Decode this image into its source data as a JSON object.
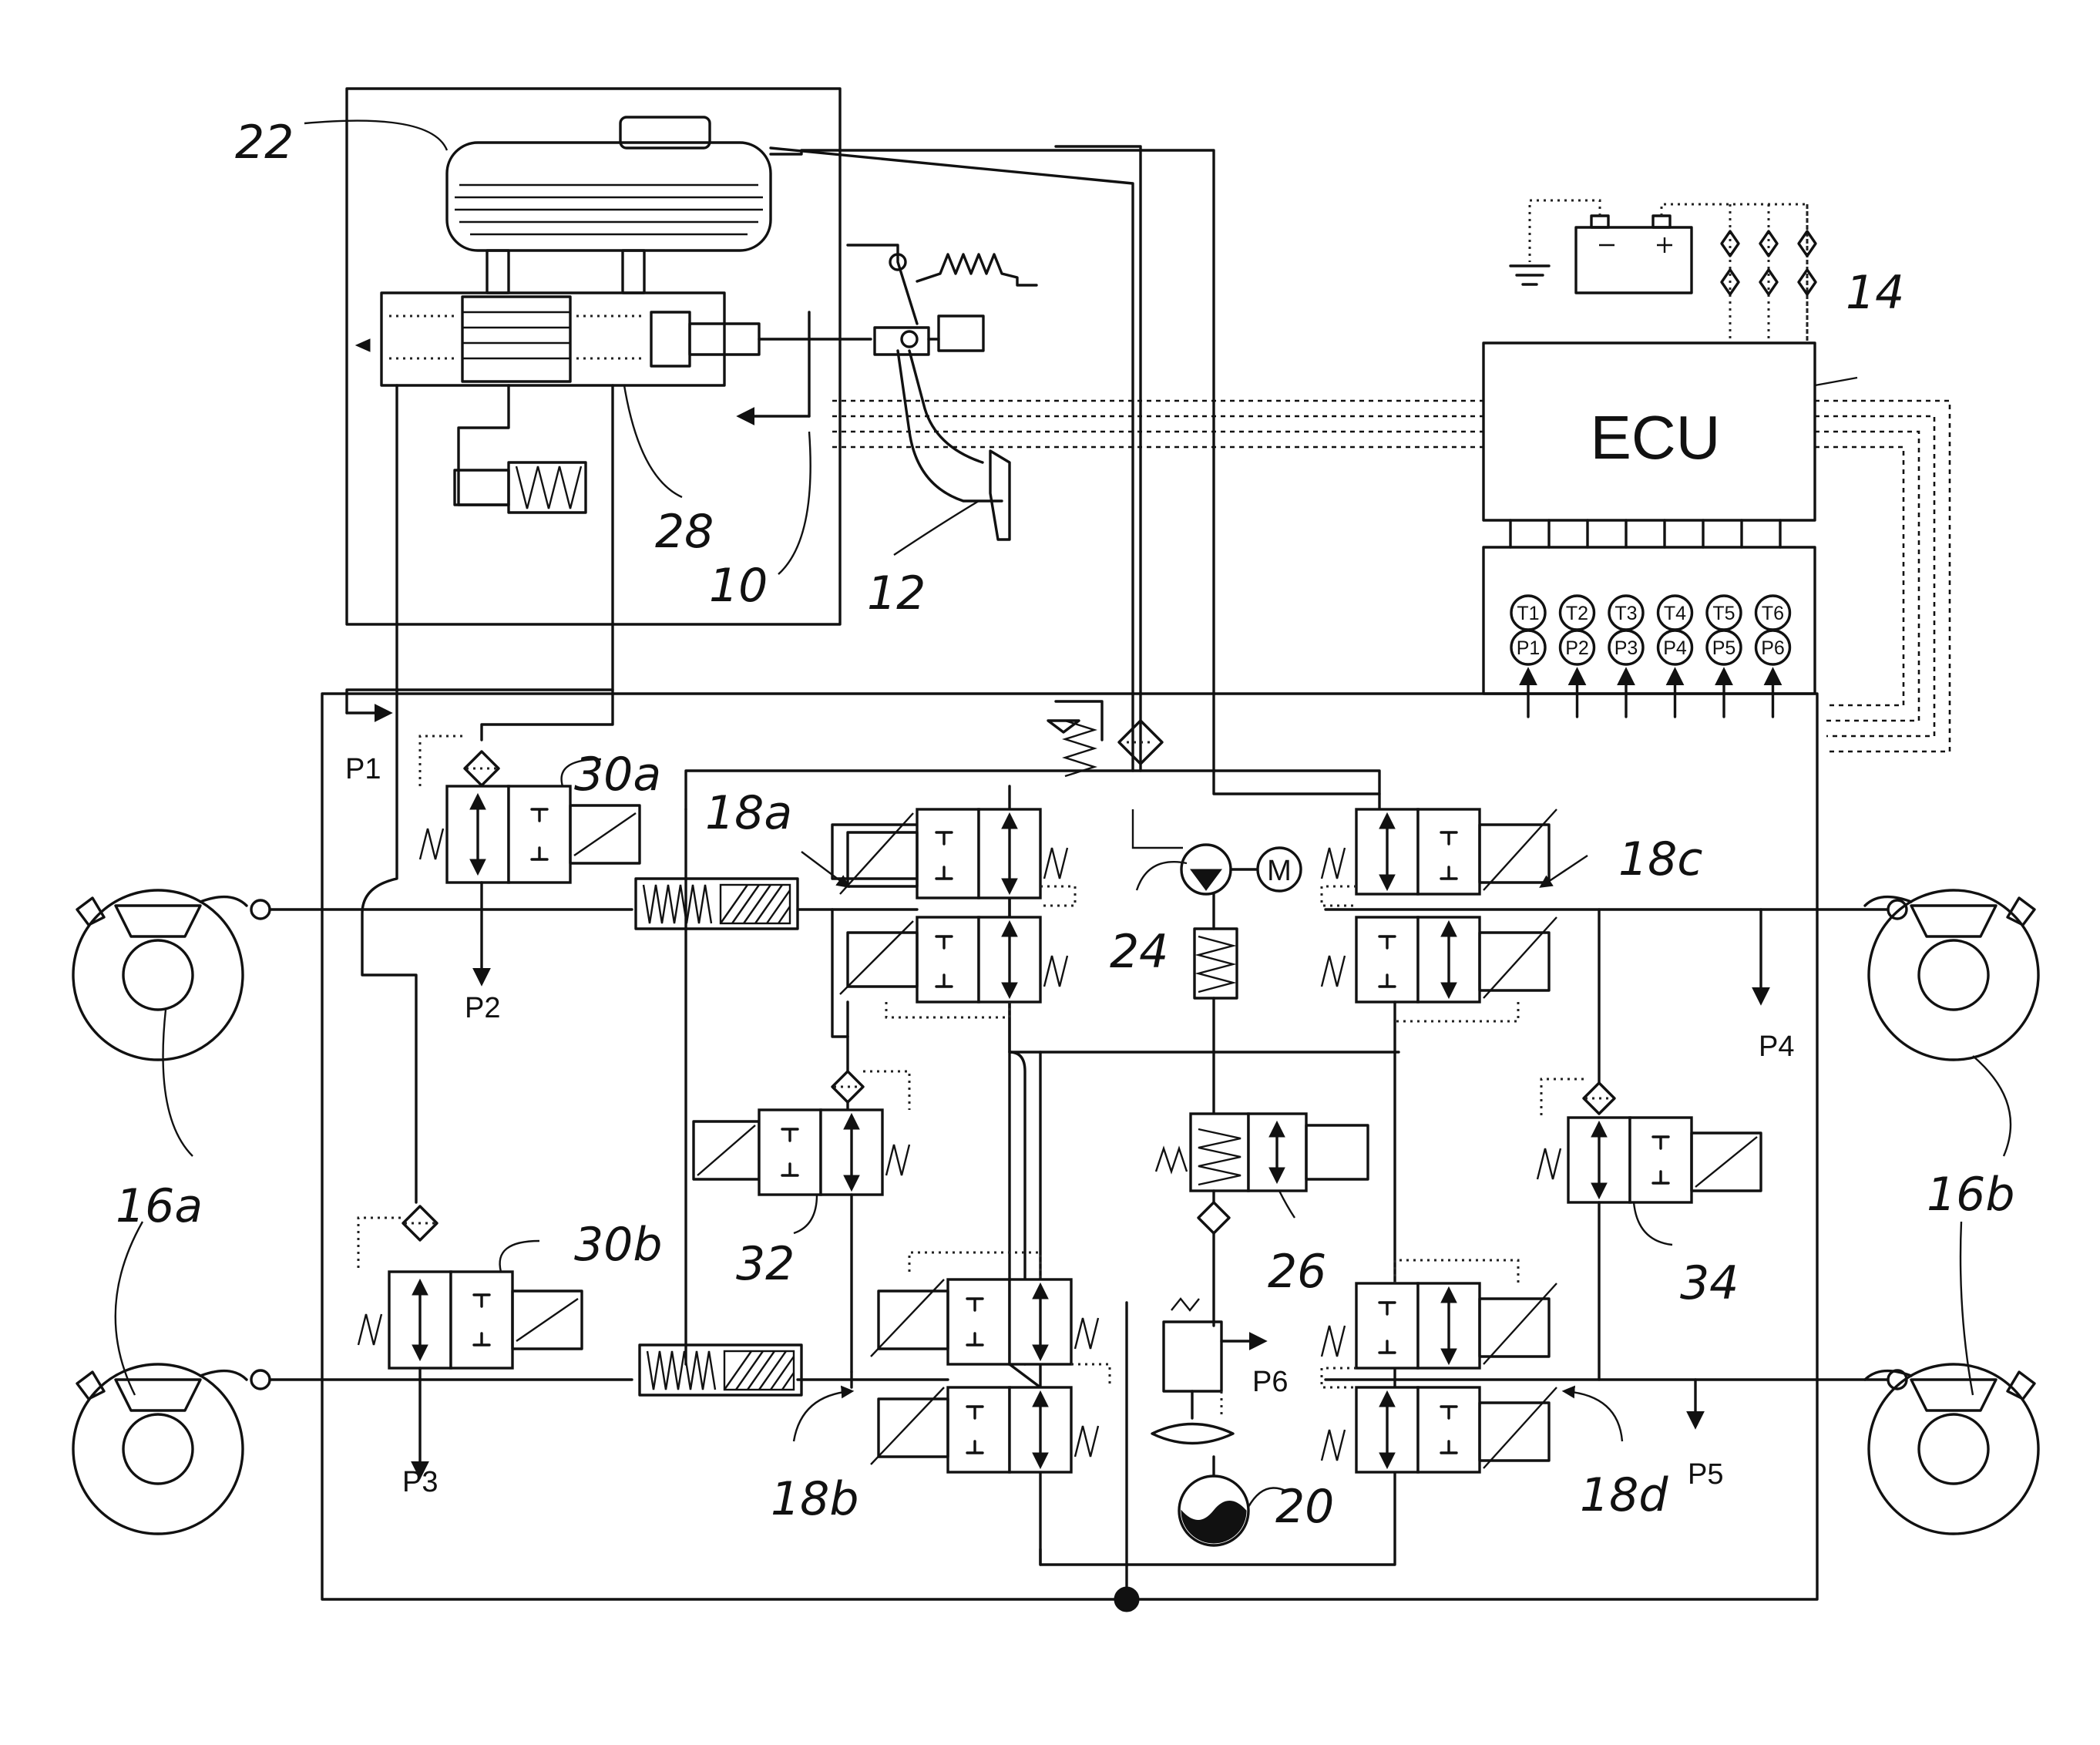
{
  "labels": {
    "reservoir": "22",
    "ecu_ref": "14",
    "master_cylinder": "28",
    "pedal_sensor": "10",
    "pedal": "12",
    "isolation_valve_a": "30a",
    "isolation_valve_b": "30b",
    "apply_valve_a": "18a",
    "apply_valve_b": "18b",
    "apply_valve_c": "18c",
    "apply_valve_d": "18d",
    "pump": "24",
    "pump_motor": "M",
    "accumulator": "20",
    "supply_valve": "26",
    "valve_32": "32",
    "valve_34": "34",
    "wheel_brake_fl": "16a",
    "wheel_brake_fr": "16b"
  },
  "ecu": {
    "title": "ECU"
  },
  "transducers": {
    "temp": [
      "T1",
      "T2",
      "T3",
      "T4",
      "T5",
      "T6"
    ],
    "pressure": [
      "P1",
      "P2",
      "P3",
      "P4",
      "P5",
      "P6"
    ]
  },
  "pressure_points": {
    "p1": "P1",
    "p2": "P2",
    "p3": "P3",
    "p4": "P4",
    "p5": "P5",
    "p6": "P6"
  }
}
